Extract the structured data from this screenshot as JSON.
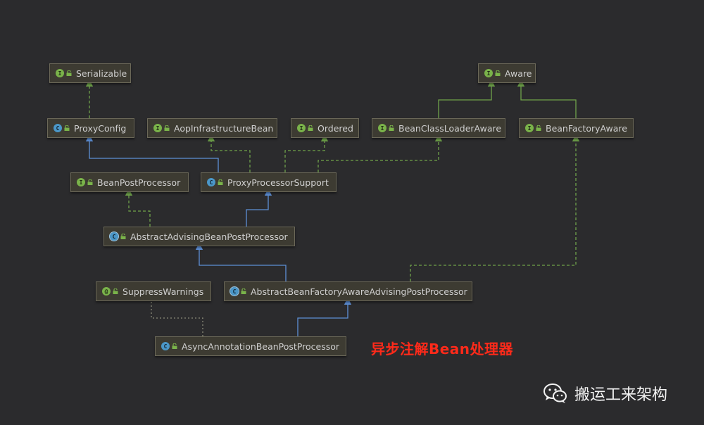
{
  "nodes": [
    {
      "id": "serializable",
      "label": "Serializable",
      "kind": "interface",
      "badge": "I"
    },
    {
      "id": "aware",
      "label": "Aware",
      "kind": "interface",
      "badge": "I"
    },
    {
      "id": "proxyconfig",
      "label": "ProxyConfig",
      "kind": "class",
      "badge": "C"
    },
    {
      "id": "aopinfrastructurebean",
      "label": "AopInfrastructureBean",
      "kind": "interface",
      "badge": "I"
    },
    {
      "id": "ordered",
      "label": "Ordered",
      "kind": "interface",
      "badge": "I"
    },
    {
      "id": "beanclassloaderaware",
      "label": "BeanClassLoaderAware",
      "kind": "interface",
      "badge": "I"
    },
    {
      "id": "beanfactoryaware",
      "label": "BeanFactoryAware",
      "kind": "interface",
      "badge": "I"
    },
    {
      "id": "beanpostprocessor",
      "label": "BeanPostProcessor",
      "kind": "interface",
      "badge": "I"
    },
    {
      "id": "proxyprocessorsupport",
      "label": "ProxyProcessorSupport",
      "kind": "class",
      "badge": "C"
    },
    {
      "id": "abstractadvisingbeanpostprocessor",
      "label": "AbstractAdvisingBeanPostProcessor",
      "kind": "abstract",
      "badge": "C"
    },
    {
      "id": "suppresswarnings",
      "label": "SuppressWarnings",
      "kind": "annotation",
      "badge": "@"
    },
    {
      "id": "abstractbeanfactoryawareadvisingpostprocessor",
      "label": "AbstractBeanFactoryAwareAdvisingPostProcessor",
      "kind": "abstract",
      "badge": "C"
    },
    {
      "id": "asyncannotationbeanpostprocessor",
      "label": "AsyncAnnotationBeanPostProcessor",
      "kind": "class",
      "badge": "C"
    }
  ],
  "edges": [
    {
      "from": "proxyconfig",
      "to": "serializable",
      "type": "implements"
    },
    {
      "from": "beanclassloaderaware",
      "to": "aware",
      "type": "extends-interface"
    },
    {
      "from": "beanfactoryaware",
      "to": "aware",
      "type": "extends-interface"
    },
    {
      "from": "proxyprocessorsupport",
      "to": "proxyconfig",
      "type": "extends"
    },
    {
      "from": "proxyprocessorsupport",
      "to": "aopinfrastructurebean",
      "type": "implements"
    },
    {
      "from": "proxyprocessorsupport",
      "to": "ordered",
      "type": "implements"
    },
    {
      "from": "proxyprocessorsupport",
      "to": "beanclassloaderaware",
      "type": "implements"
    },
    {
      "from": "abstractadvisingbeanpostprocessor",
      "to": "beanpostprocessor",
      "type": "implements"
    },
    {
      "from": "abstractadvisingbeanpostprocessor",
      "to": "proxyprocessorsupport",
      "type": "extends"
    },
    {
      "from": "abstractbeanfactoryawareadvisingpostprocessor",
      "to": "abstractadvisingbeanpostprocessor",
      "type": "extends"
    },
    {
      "from": "abstractbeanfactoryawareadvisingpostprocessor",
      "to": "beanfactoryaware",
      "type": "implements"
    },
    {
      "from": "asyncannotationbeanpostprocessor",
      "to": "abstractbeanfactoryawareadvisingpostprocessor",
      "type": "extends"
    },
    {
      "from": "asyncannotationbeanpostprocessor",
      "to": "suppresswarnings",
      "type": "annotated"
    }
  ],
  "caption": "异步注解Bean处理器",
  "watermark": "搬运工来架构",
  "colors": {
    "extends": "#5d8fd6",
    "implements": "#6fa24a",
    "annotated": "#8a8a78"
  }
}
